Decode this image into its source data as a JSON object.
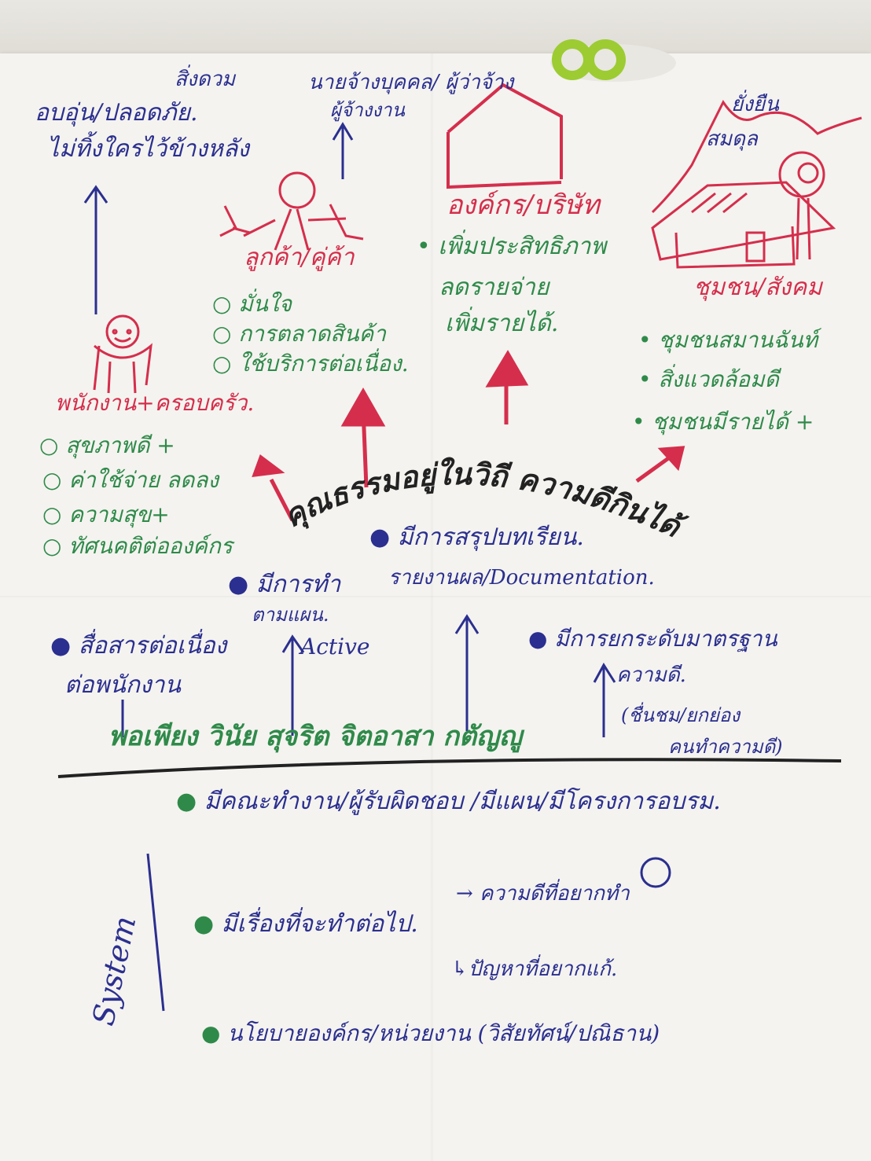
{
  "colors": {
    "blue": "#2b2f8f",
    "red": "#d52e4c",
    "green": "#2f8a4a",
    "black": "#222222",
    "paper": "#f4f3ef"
  },
  "icons": [
    "house-sketch",
    "stick-figure",
    "smiley-person",
    "village-house",
    "tree",
    "mountain",
    "arrow"
  ],
  "top": {
    "left": {
      "line1": "สิ่งดวม",
      "line2": "อบอุ่น/ปลอดภัย.",
      "line3": "ไม่ทิ้งใครไว้ข้างหลัง"
    },
    "mid": {
      "line1": "นายจ้างบุคคล/ ผู้ว่าจ้าง",
      "line2": "ผู้จ้างงาน"
    },
    "right": {
      "line1": "ยั่งยืน",
      "line2": "สมดุล"
    }
  },
  "red_labels": {
    "person": "ลูกค้า/คู่ค้า",
    "org": "องค์กร/บริษัท",
    "community": "ชุมชน/สังคม",
    "employee": "พนักงาน+ครอบครัว."
  },
  "customer_points": [
    "มั่นใจ",
    "การตลาดสินค้า",
    "ใช้บริการต่อเนื่อง."
  ],
  "org_points": [
    "เพิ่มประสิทธิภาพ",
    "ลดรายจ่าย",
    "เพิ่มรายได้."
  ],
  "community_points": [
    "ชุมชนสมานฉันท์",
    "สิ่งแวดล้อมดี",
    "ชุมชนมีรายได้ +"
  ],
  "employee_points": [
    "สุขภาพดี +",
    "ค่าใช้จ่าย ลดลง",
    "ความสุข+",
    "ทัศนคติต่อองค์กร"
  ],
  "arc_text": "คุณธรรมอยู่ในวิถี ความดีกินได้",
  "middle": {
    "share": "มีการสรุปบทเรียน.",
    "doc": "รายงานผล/Documentation.",
    "doing": "มีการทำ",
    "plan": "ตามแผน.",
    "active": "Active",
    "communicate1": "สื่อสารต่อเนื่อง",
    "communicate2": "ต่อพนักงาน",
    "reward1": "มีการยกระดับมาตรฐาน",
    "reward2": "ความดี.",
    "reward3": "(ชื่นชม/ยกย่อง",
    "reward4": "คนทำความดี)"
  },
  "virtues": "พอเพียง วินัย สุจริต จิตอาสา กตัญญู",
  "team_line": "มีคณะทำงาน/ผู้รับผิดชอบ /มีแผน/มีโครงการอบรม.",
  "system_label": "System",
  "system": {
    "topic": "มีเรื่องที่จะทำต่อไป.",
    "arrow1": "→ ความดีที่อยากทำ",
    "arrow2": "↳ปัญหาที่อยากแก้.",
    "policy": "นโยบายองค์กร/หน่วยงาน (วิสัยทัศน์/ปณิธาน)"
  }
}
